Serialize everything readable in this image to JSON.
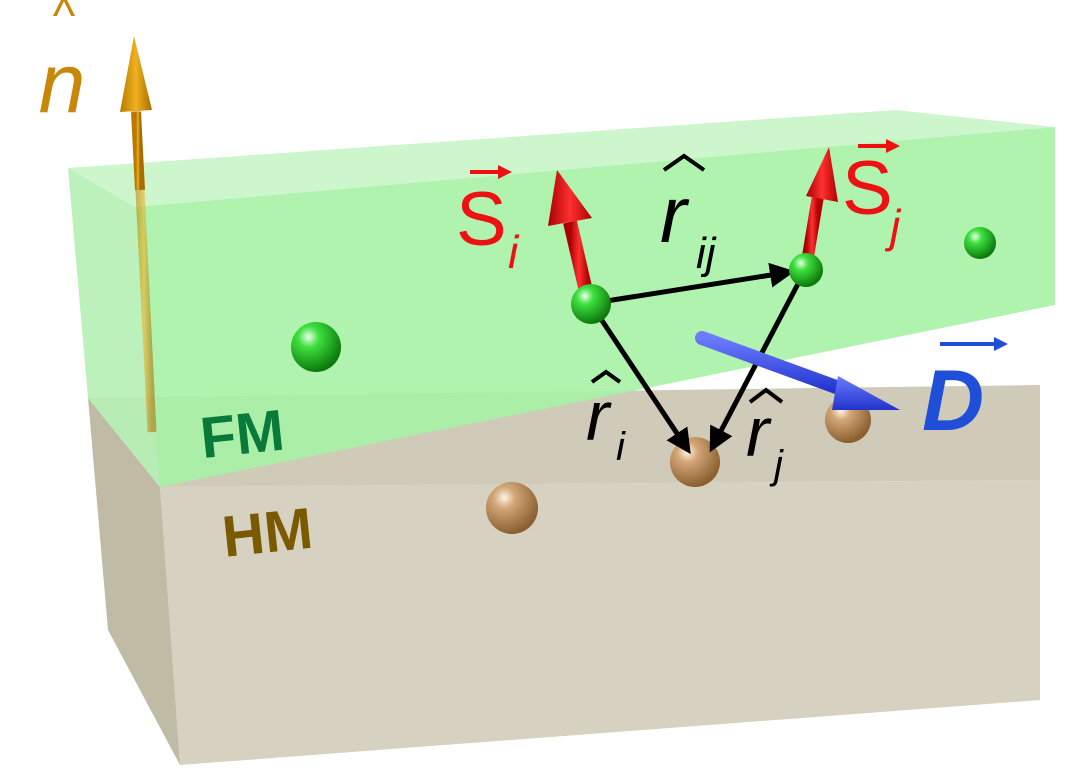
{
  "layers": {
    "fm": {
      "label": "FM",
      "label_color": "#0a7a3a",
      "fill": "#8ff08f"
    },
    "hm": {
      "label": "HM",
      "label_color": "#7a5a00",
      "fill": "#c8c2ad"
    }
  },
  "normal": {
    "symbol": "n",
    "hat": "^",
    "color": "#c8860a"
  },
  "spin_i": {
    "symbol": "S",
    "subscript": "i",
    "color": "#ee1111"
  },
  "spin_j": {
    "symbol": "S",
    "subscript": "j",
    "color": "#ee1111"
  },
  "r_ij": {
    "symbol": "r",
    "subscript": "ij",
    "color": "#000000"
  },
  "r_i": {
    "symbol": "r",
    "subscript": "i",
    "color": "#000000"
  },
  "r_j": {
    "symbol": "r",
    "subscript": "j",
    "color": "#000000"
  },
  "dmi": {
    "symbol": "D",
    "color": "#1f4fd8"
  },
  "atoms": {
    "fm_color": "#22cc22",
    "hm_color": "#c49a6c"
  }
}
